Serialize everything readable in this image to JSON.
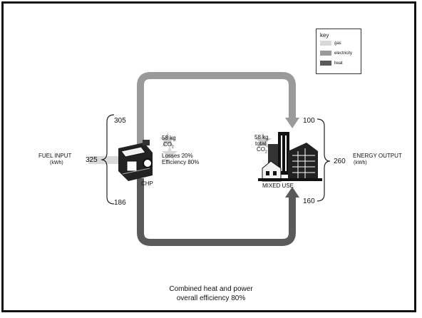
{
  "key": {
    "title": "key",
    "items": [
      {
        "label": "gas",
        "color": "#d9d9d9"
      },
      {
        "label": "electricity",
        "color": "#9a9a9a"
      },
      {
        "label": "heat",
        "color": "#5a5a5a"
      }
    ]
  },
  "fuel_input": {
    "label": "FUEL INPUT",
    "unit": "(kWh)",
    "value": "325"
  },
  "chp": {
    "label": "CHP",
    "co2_value": "58 kg",
    "co2_unit": "CO",
    "co2_sub": "2",
    "losses": "Losses 20%",
    "efficiency": "Efficiency 80%"
  },
  "electricity_value": "305",
  "heat_value": "186",
  "mixed_use": {
    "label": "MIXED USE",
    "co2_line1": "58 kg",
    "co2_line2": "total",
    "co2_line3": "CO",
    "co2_sub": "2",
    "electricity_in": "100",
    "heat_in": "160"
  },
  "energy_output": {
    "label": "ENERGY OUTPUT",
    "unit": "(kWh)",
    "value": "260"
  },
  "caption": {
    "line1": "Combined heat and power",
    "line2": "overall efficiency 80%"
  }
}
